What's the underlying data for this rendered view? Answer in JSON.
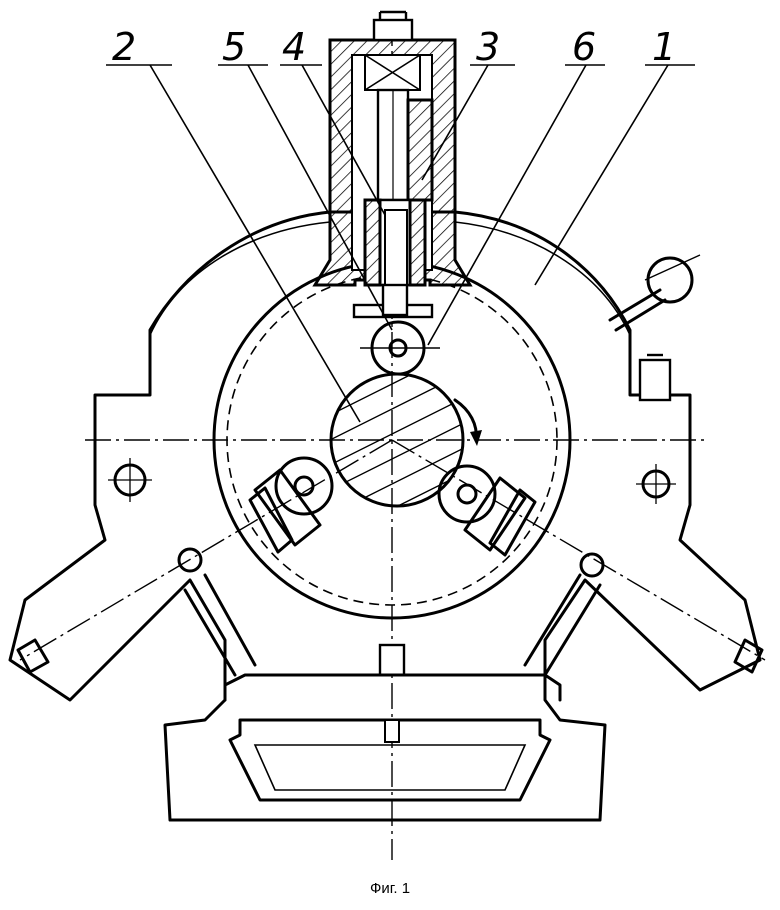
{
  "figure": {
    "caption": "Фиг. 1",
    "callouts": [
      {
        "id": "c2",
        "label": "2"
      },
      {
        "id": "c5",
        "label": "5"
      },
      {
        "id": "c4",
        "label": "4"
      },
      {
        "id": "c3",
        "label": "3"
      },
      {
        "id": "c6",
        "label": "6"
      },
      {
        "id": "c1",
        "label": "1"
      }
    ]
  }
}
